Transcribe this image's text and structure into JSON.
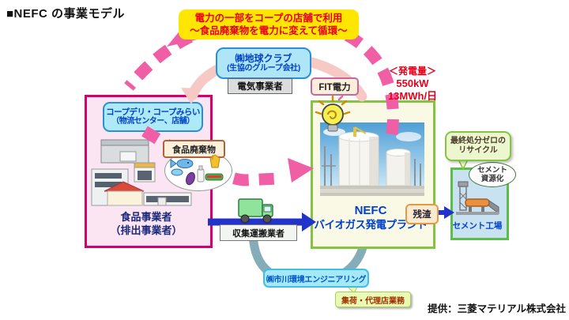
{
  "title": "■NEFC の事業モデル",
  "credit": "提供：三菱マテリアル株式会社",
  "banner": {
    "line1": "電力の一部をコープの店舗で利用",
    "line2": "～食品廃棄物を電力に変えて循環～"
  },
  "electric_company": {
    "name": "㈱地球クラブ",
    "subtitle": "(生協のグループ会社)",
    "role_label": "電気事業者"
  },
  "fit_label": "FIT電力",
  "generation": {
    "heading": "＜発電量＞",
    "capacity": "550kW",
    "per_day": "13MWh/日"
  },
  "coop": {
    "name": "コープデリ・コープみらい",
    "subtitle": "（物流センター、店舗）",
    "waste_label": "食品廃棄物",
    "entity_line1": "食品事業者",
    "entity_line2": "（排出事業者）"
  },
  "transport_label": "収集運搬業者",
  "plant": {
    "name": "NEFC",
    "subtitle": "バイオガス発電プラント"
  },
  "residue_label": "残渣",
  "cement": {
    "note_line1": "最終処分ゼロの",
    "note_line2": "リサイクル",
    "oval_line1": "セメント",
    "oval_line2": "資源化",
    "factory_label": "セメント工場"
  },
  "collector": {
    "name": "㈱市川環境エンジニアリング",
    "role": "集荷・代理店業務"
  },
  "colors": {
    "flow_electricity_dashed": "#F05FA5",
    "flow_fit_salmon": "#F6C9C4",
    "flow_collection_teal": "#85ADB9",
    "arrow_blue": "#2233CC",
    "banner_bg": "#FFE600",
    "banner_text": "#E8001A",
    "coop_border": "#D5006F",
    "plant_border": "#85C440"
  }
}
